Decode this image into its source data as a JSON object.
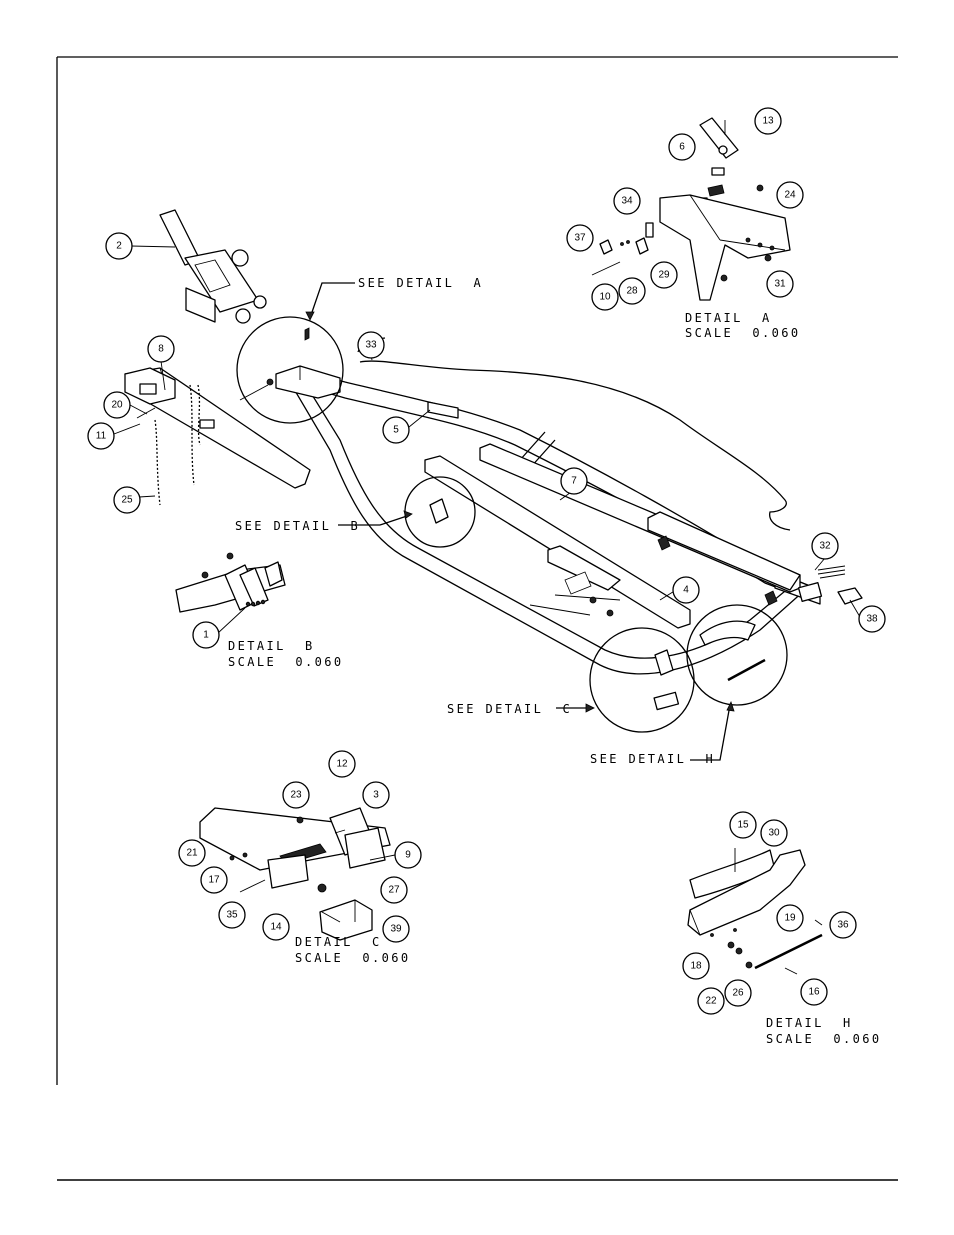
{
  "callouts": [
    {
      "id": "2",
      "label": "2"
    },
    {
      "id": "8",
      "label": "8"
    },
    {
      "id": "20",
      "label": "20"
    },
    {
      "id": "11",
      "label": "11"
    },
    {
      "id": "25",
      "label": "25"
    },
    {
      "id": "33",
      "label": "33"
    },
    {
      "id": "5",
      "label": "5"
    },
    {
      "id": "7",
      "label": "7"
    },
    {
      "id": "4",
      "label": "4"
    },
    {
      "id": "32",
      "label": "32"
    },
    {
      "id": "38",
      "label": "38"
    },
    {
      "id": "1",
      "label": "1"
    },
    {
      "id": "13",
      "label": "13"
    },
    {
      "id": "6",
      "label": "6"
    },
    {
      "id": "24",
      "label": "24"
    },
    {
      "id": "34",
      "label": "34"
    },
    {
      "id": "37",
      "label": "37"
    },
    {
      "id": "29",
      "label": "29"
    },
    {
      "id": "28",
      "label": "28"
    },
    {
      "id": "10",
      "label": "10"
    },
    {
      "id": "31",
      "label": "31"
    },
    {
      "id": "23",
      "label": "23"
    },
    {
      "id": "12",
      "label": "12"
    },
    {
      "id": "3",
      "label": "3"
    },
    {
      "id": "21",
      "label": "21"
    },
    {
      "id": "17",
      "label": "17"
    },
    {
      "id": "9",
      "label": "9"
    },
    {
      "id": "27",
      "label": "27"
    },
    {
      "id": "35",
      "label": "35"
    },
    {
      "id": "14",
      "label": "14"
    },
    {
      "id": "39",
      "label": "39"
    },
    {
      "id": "15",
      "label": "15"
    },
    {
      "id": "30",
      "label": "30"
    },
    {
      "id": "19",
      "label": "19"
    },
    {
      "id": "36",
      "label": "36"
    },
    {
      "id": "18",
      "label": "18"
    },
    {
      "id": "22",
      "label": "22"
    },
    {
      "id": "26",
      "label": "26"
    },
    {
      "id": "16",
      "label": "16"
    }
  ],
  "labels": {
    "see_detail_a": "SEE DETAIL  A",
    "see_detail_b": "SEE DETAIL  B",
    "see_detail_c": "SEE DETAIL  C",
    "see_detail_h": "SEE DETAIL  H",
    "detail_a_title": "DETAIL  A",
    "detail_a_scale": "SCALE  0.060",
    "detail_b_title": "DETAIL  B",
    "detail_b_scale": "SCALE  0.060",
    "detail_c_title": "DETAIL  C",
    "detail_c_scale": "SCALE  0.060",
    "detail_h_title": "DETAIL  H",
    "detail_h_scale": "SCALE  0.060"
  }
}
